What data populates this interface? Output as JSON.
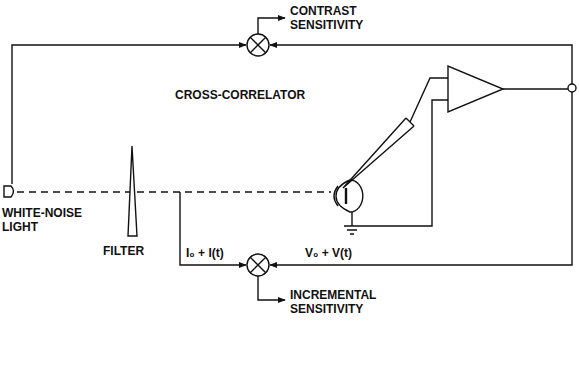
{
  "diagram": {
    "labels": [
      "CONTRAST SENSITIVITY",
      "CROSS-CORRELATOR",
      "WHITE-NOISE LIGHT",
      "FILTER",
      "I₀ + I(t)",
      "V₀ + V(t)",
      "INCREMENTAL SENSITIVITY"
    ]
  }
}
